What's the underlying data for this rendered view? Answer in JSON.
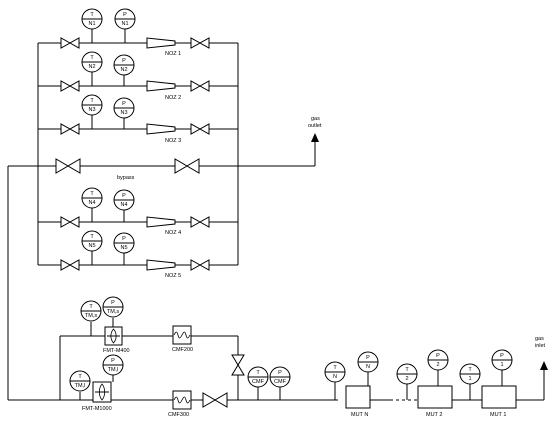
{
  "diagram": {
    "gauges": {
      "tn1": {
        "top": "T",
        "bottom": "N1"
      },
      "pn1": {
        "top": "P",
        "bottom": "N1"
      },
      "tn2": {
        "top": "T",
        "bottom": "N2"
      },
      "pn2": {
        "top": "P",
        "bottom": "N2"
      },
      "tn3": {
        "top": "T",
        "bottom": "N3"
      },
      "pn3": {
        "top": "P",
        "bottom": "N3"
      },
      "tn4": {
        "top": "T",
        "bottom": "N4"
      },
      "pn4": {
        "top": "P",
        "bottom": "N4"
      },
      "tn5": {
        "top": "T",
        "bottom": "N5"
      },
      "pn5": {
        "top": "P",
        "bottom": "N5"
      },
      "tms": {
        "top": "T",
        "bottom": "TM,s"
      },
      "pms": {
        "top": "P",
        "bottom": "TM,s"
      },
      "tml": {
        "top": "T",
        "bottom": "TM,l"
      },
      "pml": {
        "top": "P",
        "bottom": "TM,l"
      },
      "tcmf": {
        "top": "T",
        "bottom": "CMF"
      },
      "pcmf": {
        "top": "P",
        "bottom": "CMF"
      },
      "tmutn": {
        "top": "T",
        "bottom": "N"
      },
      "pmutn": {
        "top": "P",
        "bottom": "N"
      },
      "tmut2": {
        "top": "T",
        "bottom": "2"
      },
      "pmut2": {
        "top": "P",
        "bottom": "2"
      },
      "tmut1": {
        "top": "T",
        "bottom": "1"
      },
      "pmut1": {
        "top": "P",
        "bottom": "1"
      }
    },
    "nozzles": [
      "NOZ 1",
      "NOZ 2",
      "NOZ 3",
      "NOZ 4",
      "NOZ 5"
    ],
    "bypass": "bypass",
    "gas_outlet": [
      "gas",
      "outlet"
    ],
    "gas_inlet": [
      "gas",
      "inlet"
    ],
    "meters": {
      "fmt_m400": "FMT-M400",
      "fmt_m1000": "FMT-M1000",
      "cmf200": "CMF200",
      "cmf300": "CMF300"
    },
    "muts": {
      "mut_n": "MUT N",
      "mut_2": "MUT 2",
      "mut_1": "MUT 1"
    }
  }
}
